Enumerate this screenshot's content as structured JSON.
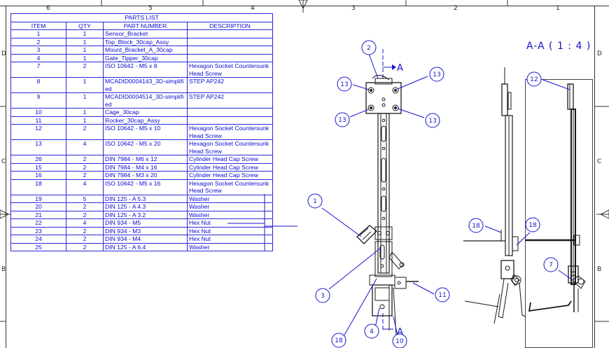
{
  "sheet": {
    "zones_top": [
      "6",
      "5",
      "4",
      "3",
      "2",
      "1"
    ],
    "zones_side": [
      "D",
      "C",
      "B"
    ]
  },
  "bom": {
    "title": "PARTS LIST",
    "headers": [
      "ITEM",
      "QTY",
      "PART NUMBER",
      "DESCRIPTION"
    ],
    "rows": [
      {
        "item": "1",
        "qty": "1",
        "part": "Sensor_Bracket",
        "desc": ""
      },
      {
        "item": "2",
        "qty": "1",
        "part": "Top_Block_30cap_Assy",
        "desc": ""
      },
      {
        "item": "3",
        "qty": "1",
        "part": "Mount_Bracket_A_30cap",
        "desc": ""
      },
      {
        "item": "4",
        "qty": "1",
        "part": "Gate_Tipper_30cap",
        "desc": ""
      },
      {
        "item": "7",
        "qty": "2",
        "part": "ISO 10642 - M5 x 8",
        "desc": "Hexagon Socket Countersunk Head Screw"
      },
      {
        "item": "8",
        "qty": "1",
        "part": "MCADID0004143_3D-simplified",
        "desc": "STEP AP242"
      },
      {
        "item": "9",
        "qty": "1",
        "part": "MCADID0004514_3D-simplified",
        "desc": "STEP AP242"
      },
      {
        "item": "10",
        "qty": "1",
        "part": "Cage_30cap",
        "desc": ""
      },
      {
        "item": "11",
        "qty": "1",
        "part": "Rocker_30cap_Assy",
        "desc": ""
      },
      {
        "item": "12",
        "qty": "2",
        "part": "ISO 10642 - M5 x 10",
        "desc": "Hexagon Socket Countersunk Head Screw"
      },
      {
        "item": "13",
        "qty": "4",
        "part": "ISO 10642 - M5 x 20",
        "desc": "Hexagon Socket Countersunk Head Screw"
      },
      {
        "item": "26",
        "qty": "2",
        "part": "DIN 7984 - M6 x 12",
        "desc": "Cylinder Head Cap Screw"
      },
      {
        "item": "15",
        "qty": "2",
        "part": "DIN 7984 - M4 x 16",
        "desc": "Cylinder Head Cap Screw"
      },
      {
        "item": "16",
        "qty": "2",
        "part": "DIN 7984 - M3 x 20",
        "desc": "Cylinder Head Cap Screw"
      },
      {
        "item": "18",
        "qty": "4",
        "part": "ISO 10642 - M5 x 16",
        "desc": "Hexagon Socket Countersunk Head Screw"
      },
      {
        "item": "19",
        "qty": "5",
        "part": "DIN 125 - A 5.3",
        "desc": "Washer"
      },
      {
        "item": "20",
        "qty": "2",
        "part": "DIN 125 - A 4.3",
        "desc": "Washer"
      },
      {
        "item": "21",
        "qty": "2",
        "part": "DIN 125 - A 3.2",
        "desc": "Washer"
      },
      {
        "item": "22",
        "qty": "4",
        "part": "DIN 934 - M5",
        "desc": "Hex Nut"
      },
      {
        "item": "23",
        "qty": "2",
        "part": "DIN 934 - M3",
        "desc": "Hex Nut"
      },
      {
        "item": "24",
        "qty": "2",
        "part": "DIN 934 - M4",
        "desc": "Hex Nut"
      },
      {
        "item": "25",
        "qty": "2",
        "part": "DIN 125 - A 6.4",
        "desc": "Washer"
      }
    ]
  },
  "views": {
    "section_label": "A-A ( 1 : 4 )",
    "section_marker": "A",
    "balloons_main": [
      "2",
      "13",
      "13",
      "13",
      "13",
      "1",
      "3",
      "11",
      "18",
      "4",
      "10"
    ],
    "balloons_side": [
      "18",
      "18"
    ],
    "balloons_section": [
      "12",
      "7"
    ]
  },
  "colors": {
    "line": "#1a1a1a",
    "annotation": "#1515d0",
    "table_border": "#2a2ad8"
  }
}
